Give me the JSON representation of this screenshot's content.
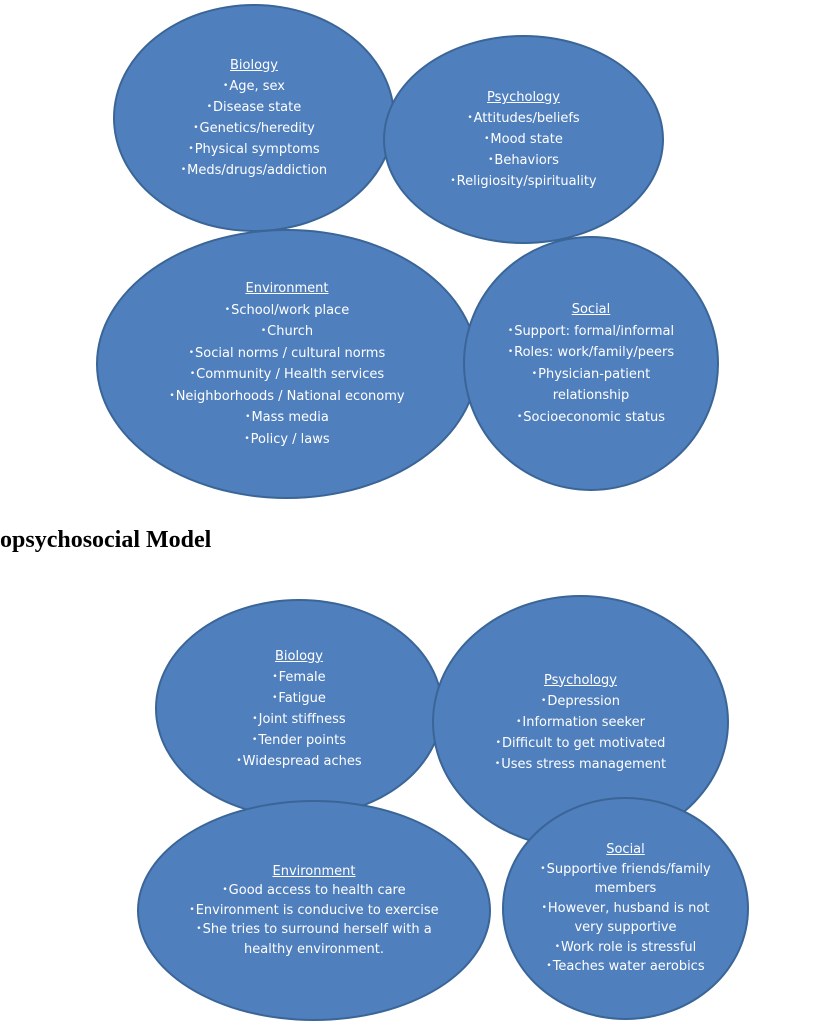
{
  "title": "opsychosocial Model",
  "diagram_general": {
    "biology": {
      "heading": "Biology",
      "items": [
        "Age, sex",
        "Disease state",
        "Genetics/heredity",
        "Physical symptoms",
        "Meds/drugs/addiction"
      ]
    },
    "psychology": {
      "heading": "Psychology",
      "items": [
        "Attitudes/beliefs",
        "Mood state",
        "Behaviors",
        "Religiosity/spirituality"
      ]
    },
    "environment": {
      "heading": "Environment",
      "items": [
        "School/work place",
        "Church",
        "Social norms / cultural norms",
        "Community / Health services",
        "Neighborhoods / National economy",
        "Mass media",
        "Policy / laws"
      ]
    },
    "social": {
      "heading": "Social",
      "items": [
        "Support: formal/informal",
        "Roles: work/family/peers",
        "Physician-patient relationship",
        "Socioeconomic status"
      ]
    }
  },
  "diagram_case": {
    "biology": {
      "heading": "Biology",
      "items": [
        "Female",
        "Fatigue",
        "Joint stiffness",
        "Tender points",
        "Widespread aches"
      ]
    },
    "psychology": {
      "heading": "Psychology",
      "items": [
        "Depression",
        "Information seeker",
        "Difficult to get motivated",
        "Uses stress management"
      ]
    },
    "environment": {
      "heading": "Environment",
      "items": [
        "Good access to health care",
        "Environment is conducive to exercise",
        "She tries to surround herself with a healthy environment."
      ]
    },
    "social": {
      "heading": "Social",
      "items": [
        "Supportive friends/family members",
        "However, husband is not very supportive",
        "Work role is stressful",
        "Teaches water aerobics"
      ]
    }
  },
  "colors": {
    "ellipse_fill": "#4f7fbd",
    "ellipse_border": "#3a6597",
    "text": "#ffffff"
  }
}
